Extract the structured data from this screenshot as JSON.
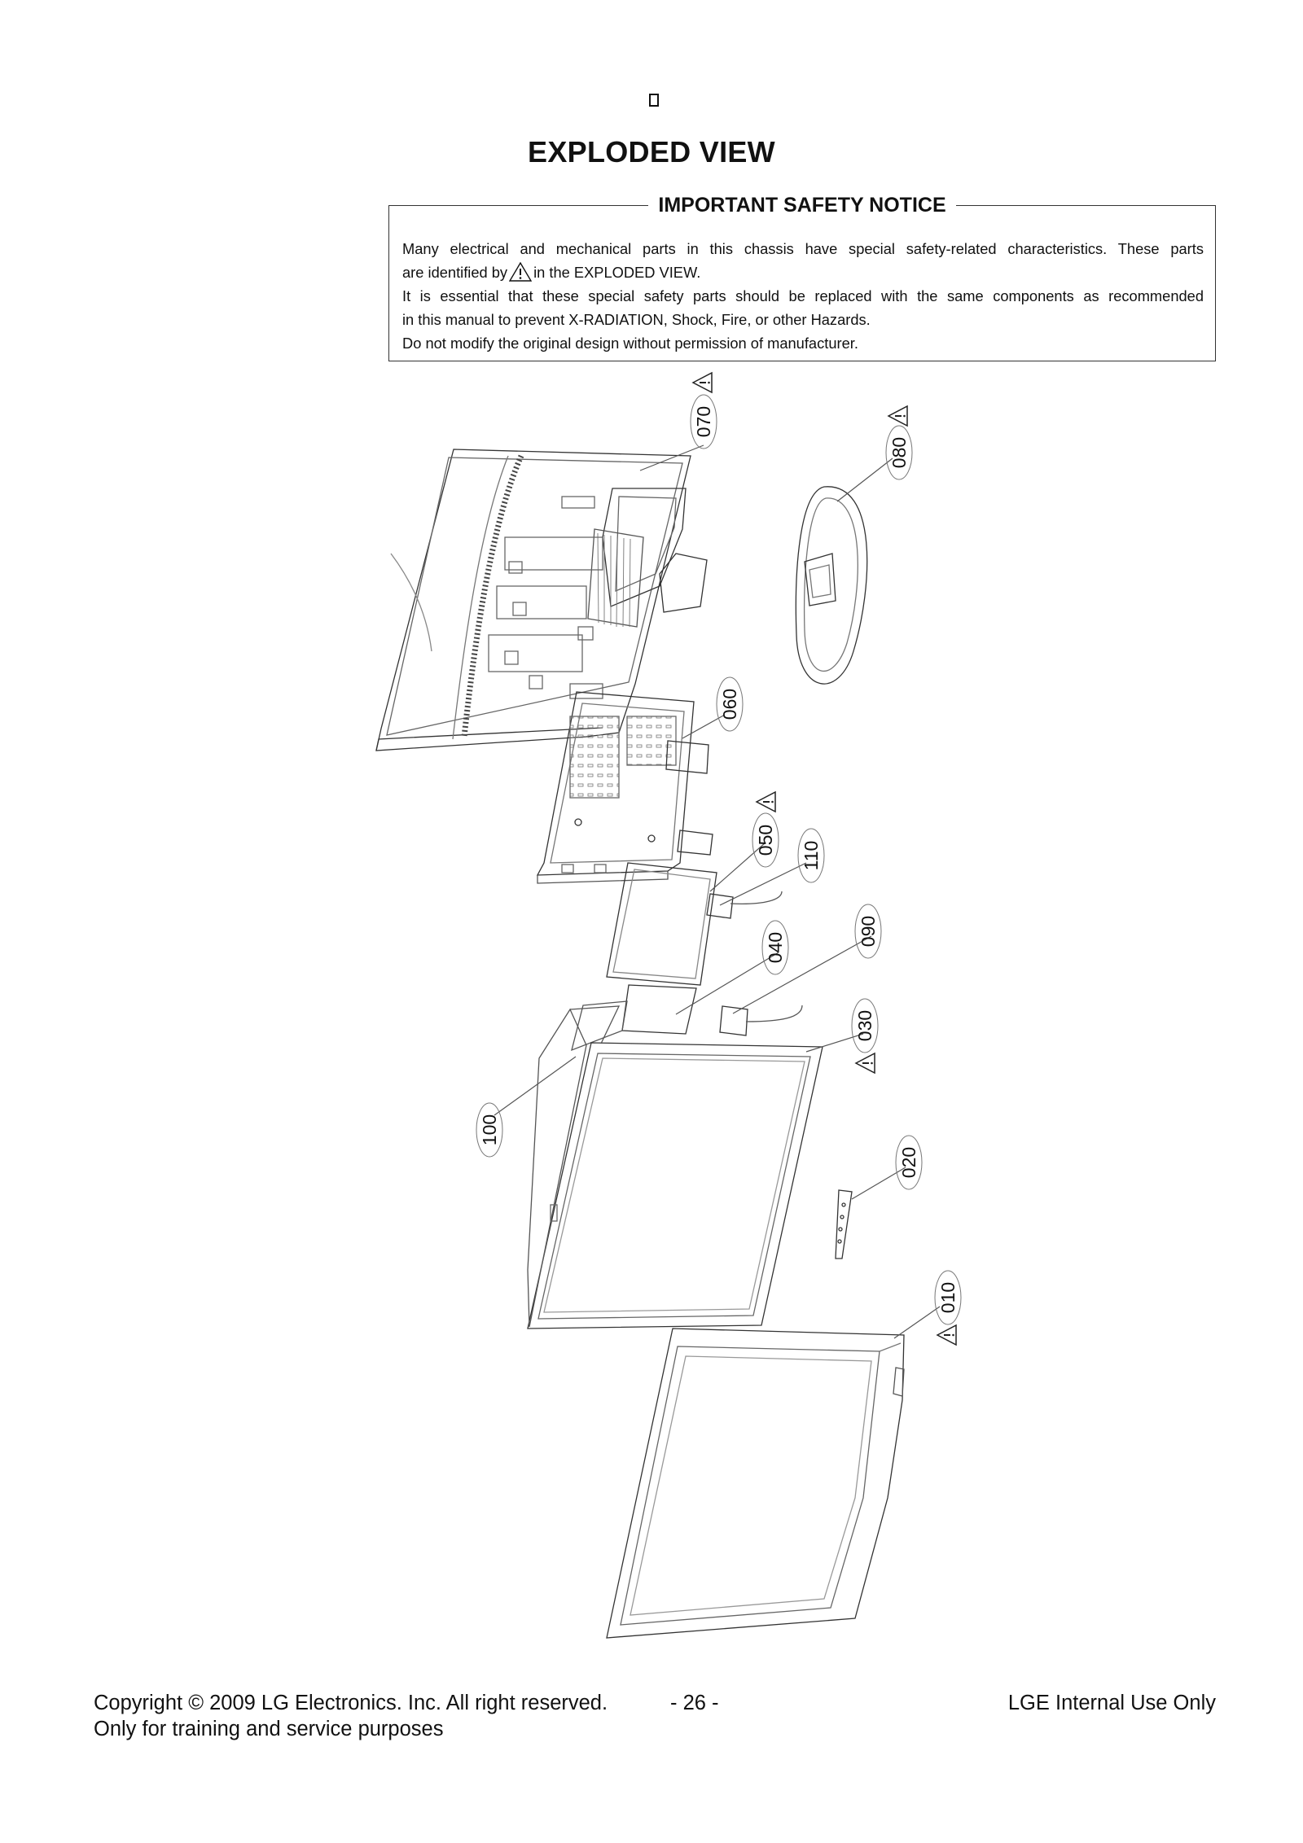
{
  "header": {
    "glyph": ""
  },
  "title": "EXPLODED VIEW",
  "notice": {
    "heading": "IMPORTANT SAFETY NOTICE",
    "line1": "Many electrical and mechanical parts in this chassis have special safety-related characteristics. These parts",
    "line2_before": "are identified by",
    "line2_after": "in the EXPLODED VIEW.",
    "line3": "It is essential that these special safety parts should be replaced with the same components as recommended",
    "line4": "in this manual to prevent X-RADIATION, Shock, Fire, or other Hazards.",
    "line5": "Do not modify the original design without permission of manufacturer."
  },
  "diagram": {
    "labels": {
      "p070": "070",
      "p080": "080",
      "p060": "060",
      "p050": "050",
      "p110": "110",
      "p040": "040",
      "p090": "090",
      "p030": "030",
      "p100": "100",
      "p020": "020",
      "p010": "010"
    },
    "warning_icon": "warning-triangle-icon"
  },
  "footer": {
    "copyright": "Copyright © 2009 LG Electronics. Inc. All right reserved.",
    "page": "- 26 -",
    "internal": "LGE Internal Use Only",
    "purpose": "Only for training and service purposes"
  }
}
